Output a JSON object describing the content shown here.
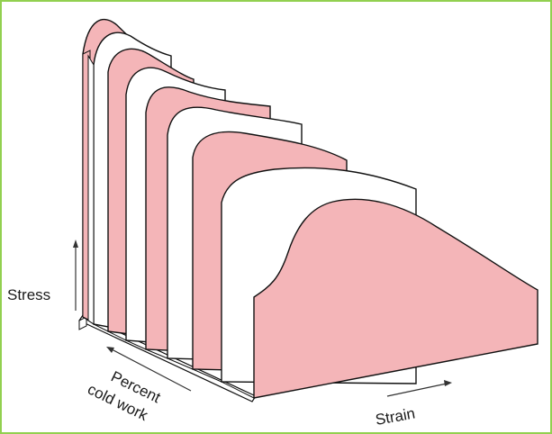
{
  "labels": {
    "stress": "Stress",
    "percent_line1": "Percent",
    "percent_line2": "cold work",
    "strain": "Strain"
  },
  "colors": {
    "border": "#92d050",
    "pink": "#f4b5b8",
    "white": "#ffffff",
    "stroke": "#111111"
  }
}
